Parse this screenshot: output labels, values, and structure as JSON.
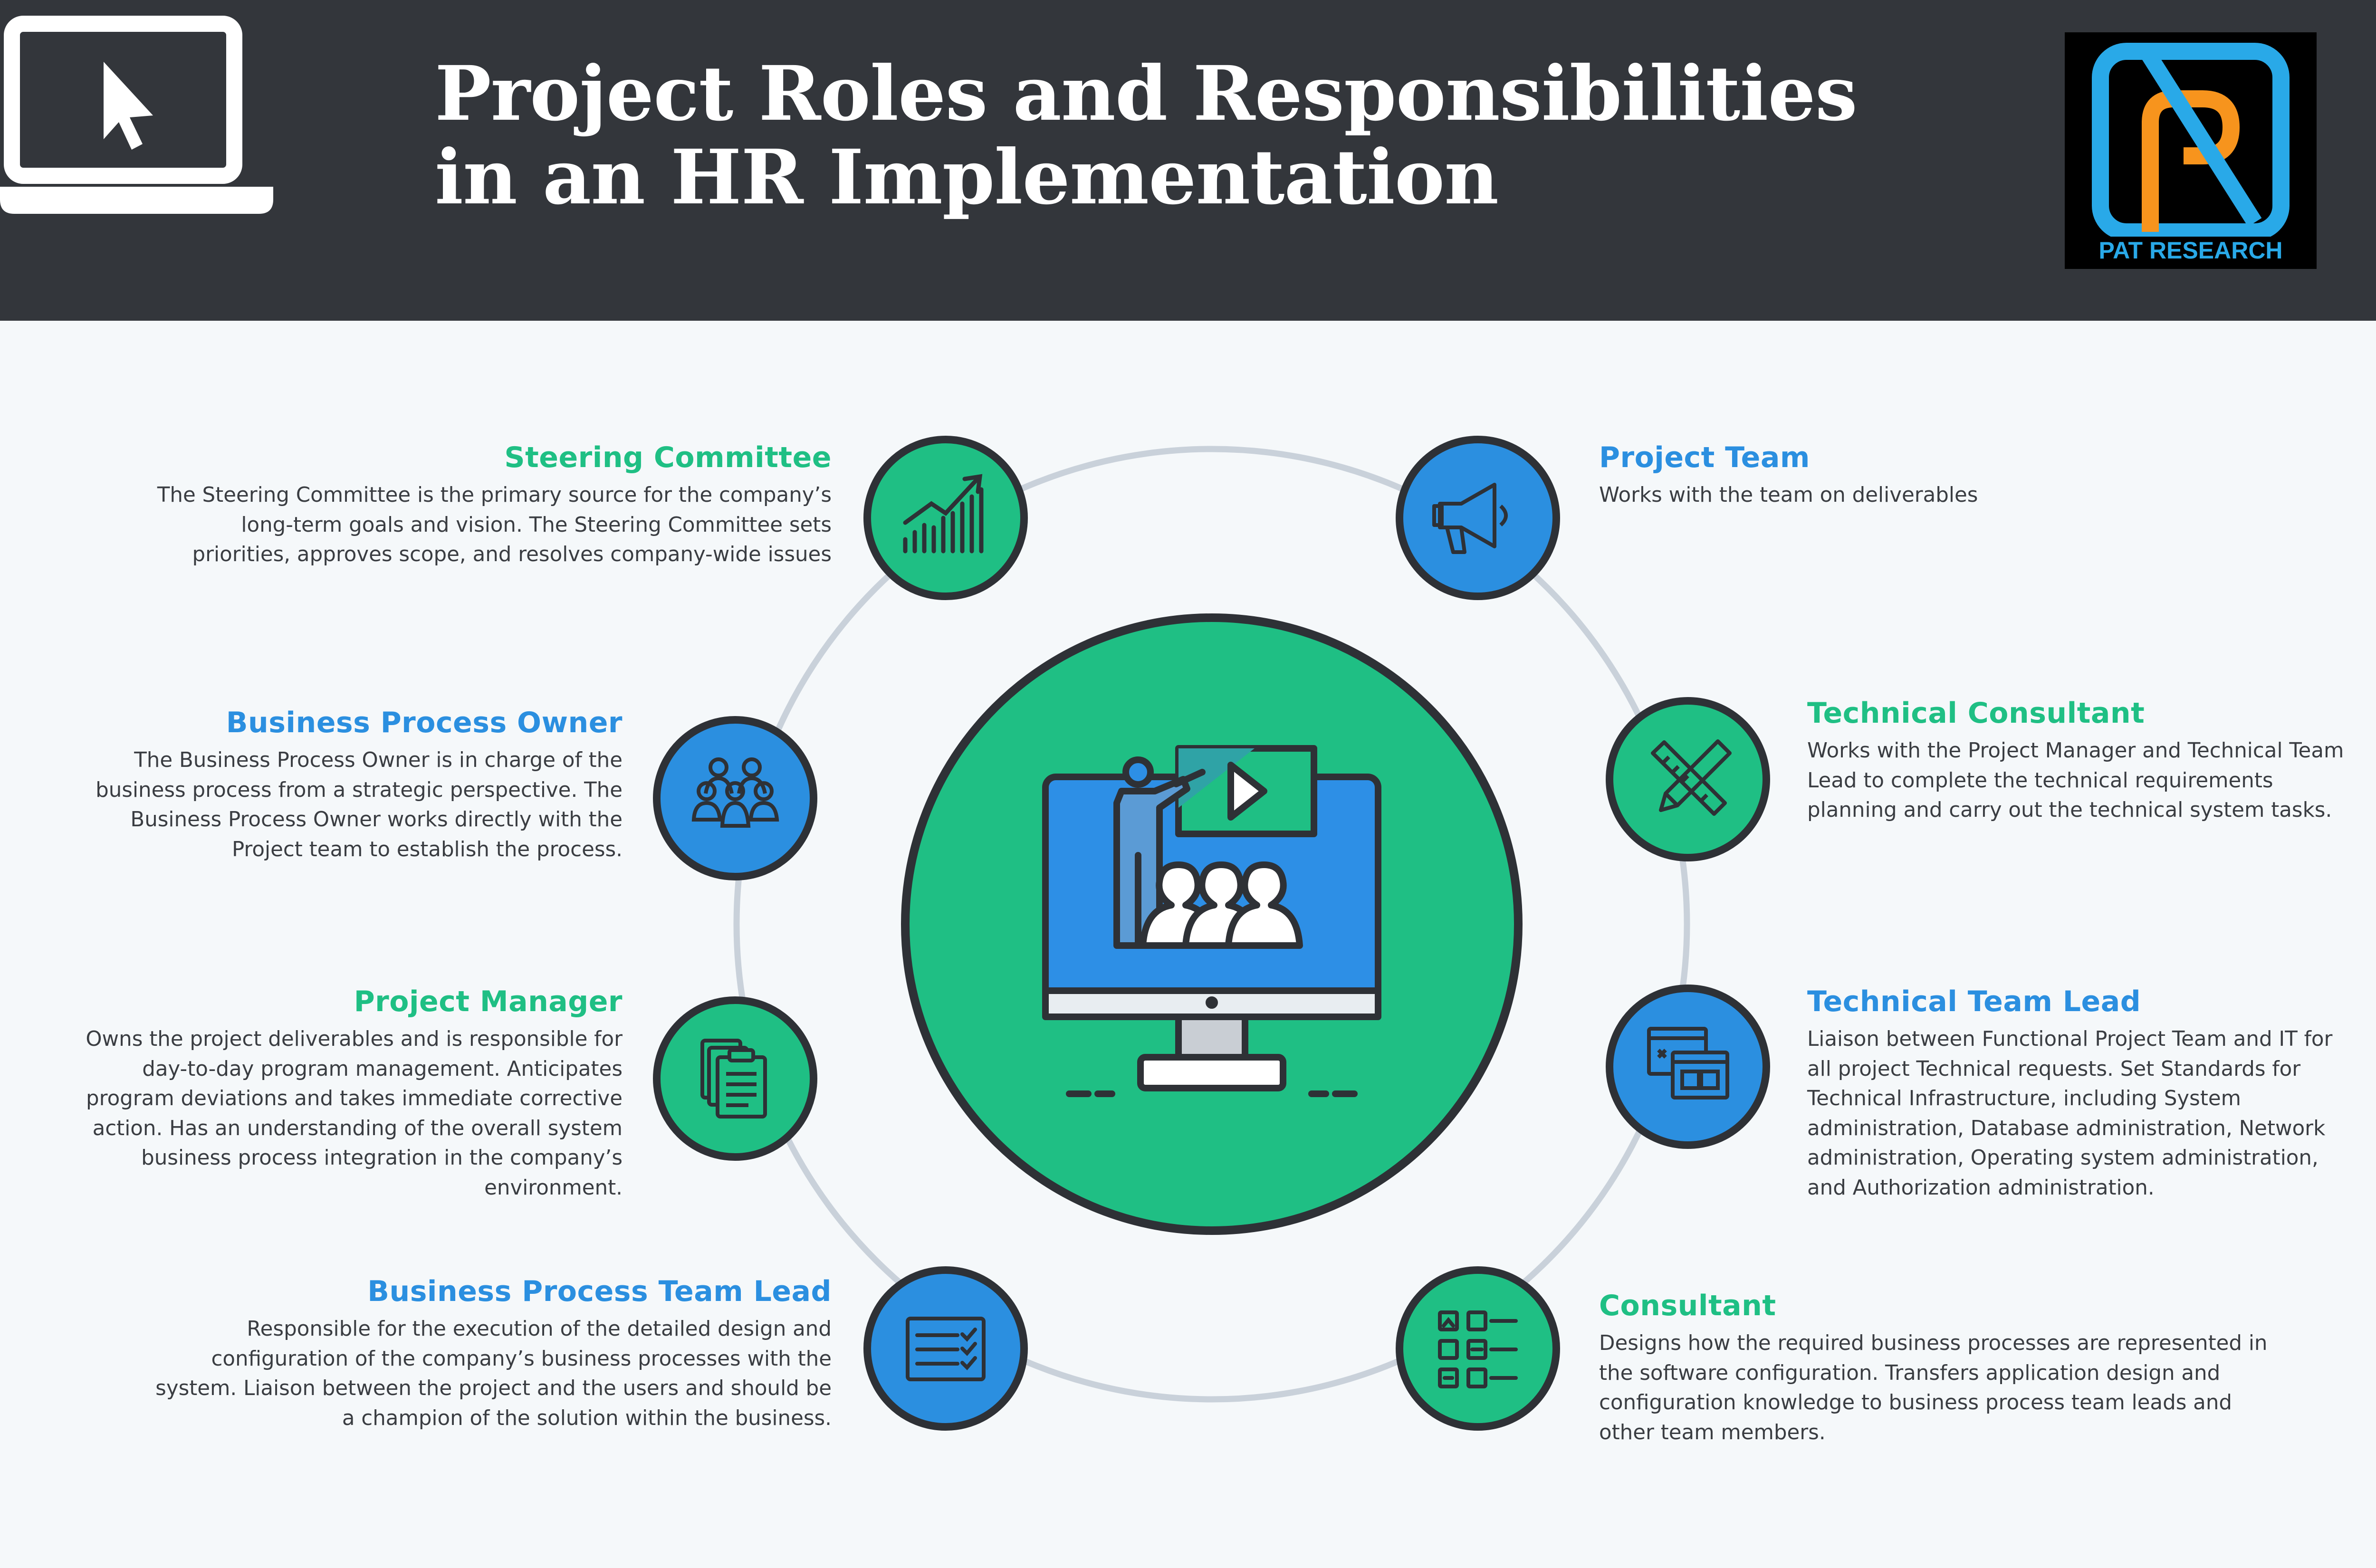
{
  "header": {
    "title": "Project Roles and Responsibilities\nin an HR Implementation",
    "logo_text": "PAT RESEARCH",
    "laptop_icon": "laptop-cursor-icon"
  },
  "colors": {
    "header_bg": "#33363b",
    "page_bg": "#f5f8fa",
    "green": "#1fbf84",
    "blue": "#2b8fe0",
    "ring": "#c9d1da",
    "outline": "#2e3136",
    "logo_orange": "#f7941d",
    "logo_blue": "#29a9e8"
  },
  "center_icon": "presentation-monitor-icon",
  "roles": [
    {
      "key": "steering_committee",
      "title": "Steering Committee",
      "desc": "The Steering Committee is the primary source for the company’s long-term goals and vision. The Steering Committee sets priorities, approves scope, and resolves company-wide issues",
      "icon": "growth-chart-icon",
      "color": "green"
    },
    {
      "key": "business_process_owner",
      "title": "Business Process Owner",
      "desc": "The Business Process Owner is in charge of the business process from a strategic perspective. The Business Process Owner works directly with the Project team to establish the process.",
      "icon": "team-group-icon",
      "color": "blue"
    },
    {
      "key": "project_manager",
      "title": "Project Manager",
      "desc": "Owns the project deliverables and is responsible for day-to-day program management. Anticipates program deviations and takes immediate corrective action. Has an understanding of the overall system business process integration in the company’s environment.",
      "icon": "clipboard-documents-icon",
      "color": "green"
    },
    {
      "key": "business_process_team_lead",
      "title": "Business Process Team Lead",
      "desc": "Responsible for the execution of the detailed design and configuration of the company’s business processes with the system. Liaison between the project and the users and should be a champion of the solution within the business.",
      "icon": "checklist-icon",
      "color": "blue"
    },
    {
      "key": "project_team",
      "title": "Project Team",
      "desc": "Works with the team on deliverables",
      "icon": "megaphone-icon",
      "color": "blue"
    },
    {
      "key": "technical_consultant",
      "title": "Technical Consultant",
      "desc": "Works with the Project Manager and Technical Team Lead to complete the technical requirements planning and carry out the technical system tasks.",
      "icon": "pencil-ruler-icon",
      "color": "green"
    },
    {
      "key": "technical_team_lead",
      "title": "Technical Team Lead",
      "desc": "Liaison between Functional Project Team and IT for all project Technical requests. Set Standards for Technical Infrastructure, including System administration, Database administration, Network administration, Operating system administration, and Authorization administration.",
      "icon": "browser-windows-icon",
      "color": "blue"
    },
    {
      "key": "consultant",
      "title": "Consultant",
      "desc": "Designs how the required business processes are represented in the software configuration. Transfers application design and configuration knowledge to business process team leads and other team members.",
      "icon": "options-list-icon",
      "color": "green"
    }
  ]
}
